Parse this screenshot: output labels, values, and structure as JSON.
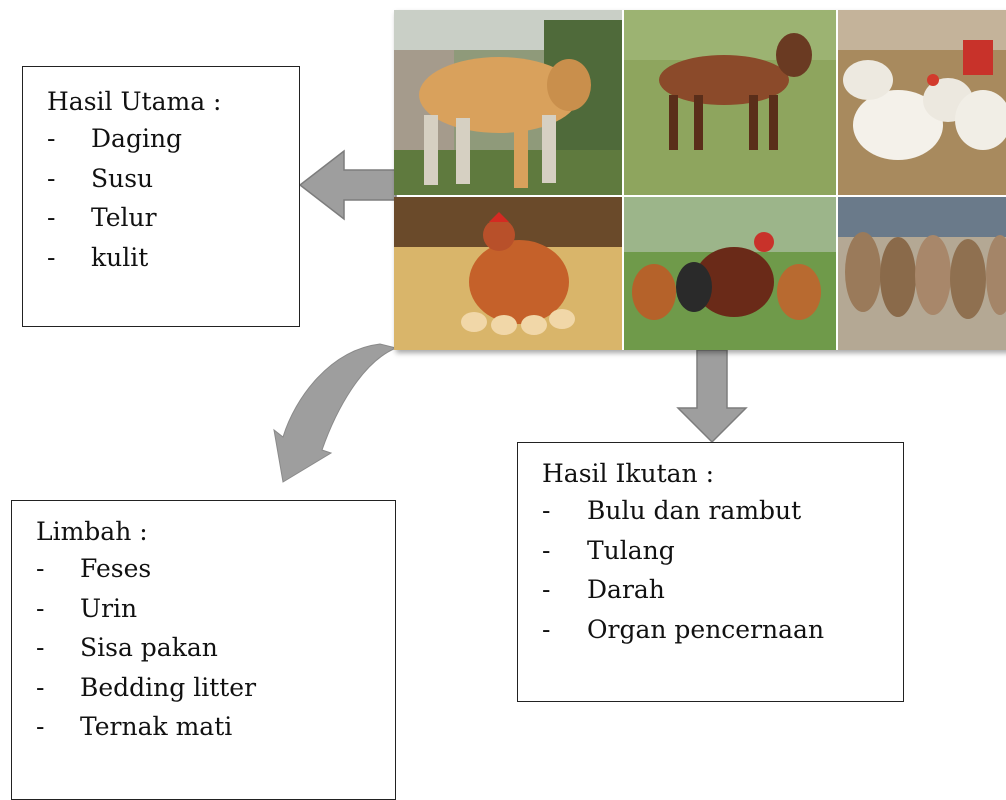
{
  "hasil_utama": {
    "title": "Hasil Utama :",
    "items": [
      "Daging",
      "Susu",
      "Telur",
      "kulit"
    ]
  },
  "hasil_ikutan": {
    "title": "Hasil Ikutan :",
    "items": [
      "Bulu dan rambut",
      "Tulang",
      "Darah",
      "Organ pencernaan"
    ]
  },
  "limbah": {
    "title": "Limbah :",
    "items": [
      "Feses",
      "Urin",
      "Sisa pakan",
      "Bedding litter",
      "Ternak mati"
    ]
  },
  "bullet": "-",
  "photos": [
    "cow",
    "goat",
    "broiler-chickens",
    "hen-on-eggs",
    "roosters",
    "ducks"
  ],
  "colors": {
    "arrow": "#9e9e9e",
    "arrow_outline": "#7d7d7d",
    "box_border": "#222222"
  }
}
